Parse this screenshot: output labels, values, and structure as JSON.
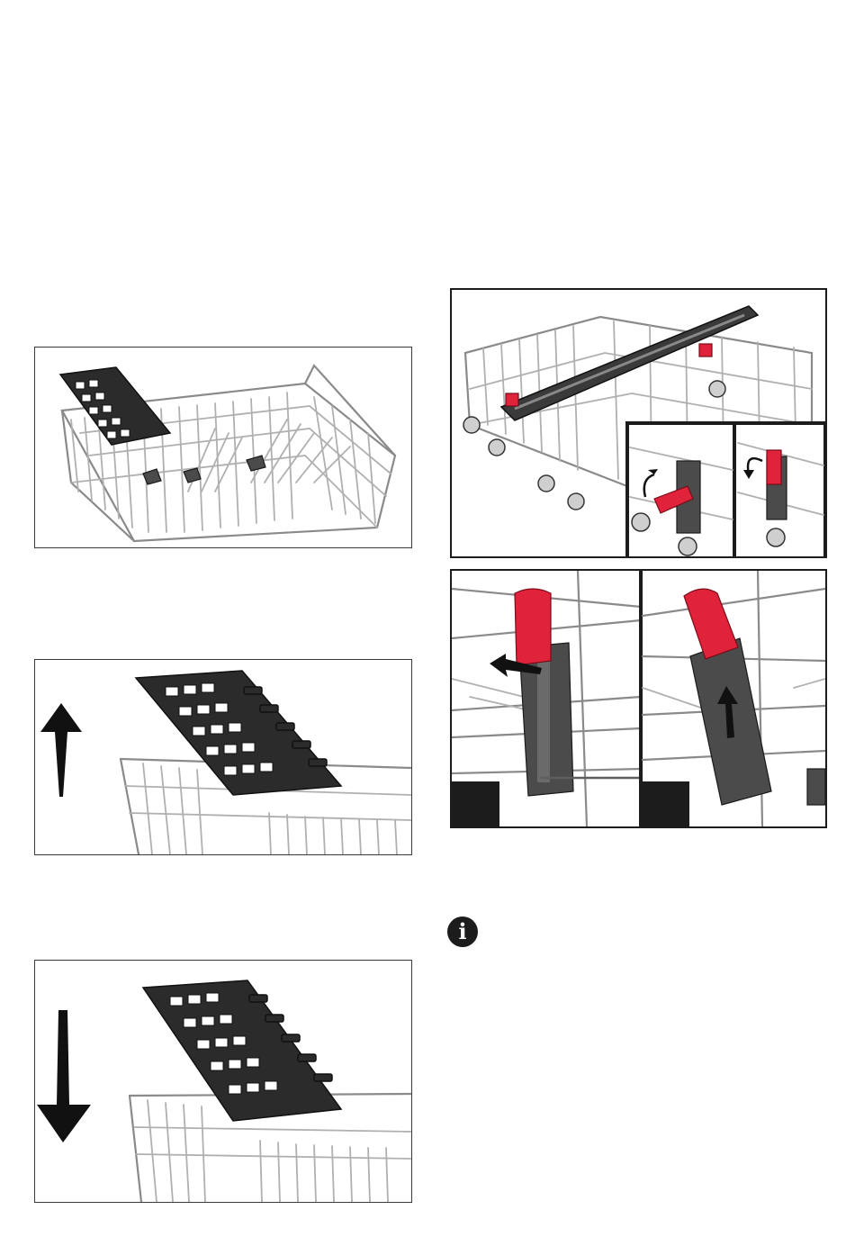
{
  "page": {
    "background": "#ffffff",
    "accent_red": "#e0223a",
    "text": ""
  },
  "figures": [
    {
      "id": "basket-overview",
      "icon": "upper-basket-with-folding-rack"
    },
    {
      "id": "rack-raise",
      "icon": "arrow-up-icon",
      "direction": "up"
    },
    {
      "id": "rack-lower",
      "icon": "arrow-down-icon",
      "direction": "down"
    },
    {
      "id": "basket-height-adjust",
      "icon": "basket-height-lever-detail"
    },
    {
      "id": "lever-closeups",
      "icon": "red-lever-closeup"
    }
  ],
  "note": {
    "icon": "info-icon",
    "glyph": "i"
  }
}
